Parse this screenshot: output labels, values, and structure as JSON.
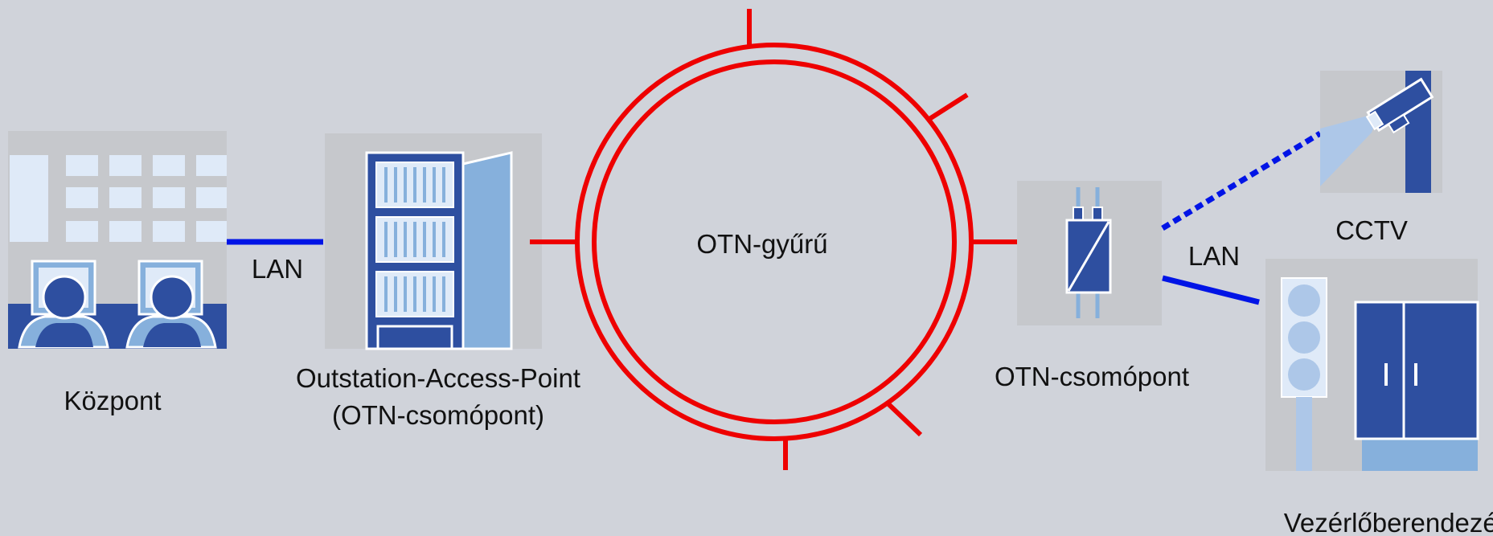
{
  "labels": {
    "kozpont": "Központ",
    "lan_left": "LAN",
    "oap_line1": "Outstation-Access-Point",
    "oap_line2": "(OTN-csomópont)",
    "ring": "OTN-gyűrű",
    "otn_node": "OTN-csomópont",
    "lan_right": "LAN",
    "cctv": "CCTV",
    "controller": "Vezérlőberendezés"
  },
  "colors": {
    "background": "#d0d3da",
    "ring": "#ee0000",
    "lan_link": "#0014e6",
    "dark_blue": "#2e4fa0",
    "light_blue": "#86b0dc",
    "pale_blue": "#dfeaf8",
    "panel_gray": "#c3c5c9"
  },
  "icons": [
    "control-room-icon",
    "server-cabinet-icon",
    "otn-node-icon",
    "cctv-camera-icon",
    "traffic-controller-icon"
  ]
}
